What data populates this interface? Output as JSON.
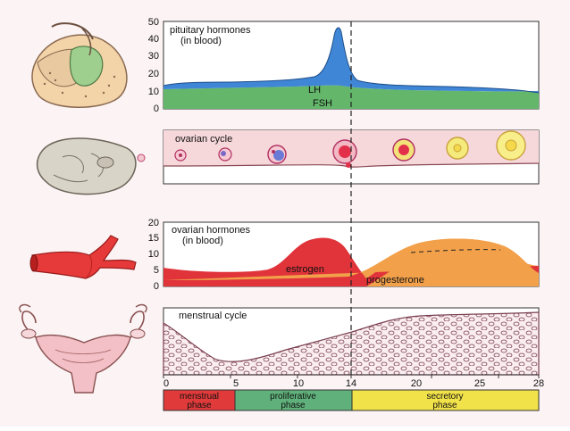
{
  "pituitary": {
    "title_line1": "pituitary hormones",
    "title_line2": "(in blood)",
    "yticks": [
      "50",
      "40",
      "30",
      "20",
      "10",
      "0"
    ],
    "lh_label": "LH",
    "fsh_label": "FSH"
  },
  "ovarian_cycle": {
    "title": "ovarian cycle"
  },
  "ovarian_hormones": {
    "title_line1": "ovarian hormones",
    "title_line2": "(in blood)",
    "yticks": [
      "20",
      "15",
      "10",
      "5",
      "0"
    ],
    "estrogen_label": "estrogen",
    "progesterone_label": "progesterone"
  },
  "menstrual": {
    "title": "menstrual cycle"
  },
  "days_axis": {
    "ticks": [
      "0",
      "5",
      "10",
      "14",
      "20",
      "25",
      "28"
    ]
  },
  "phases": {
    "menstrual_line1": "menstrual",
    "menstrual_line2": "phase",
    "proliferative_line1": "proliferative",
    "proliferative_line2": "phase",
    "secretory_line1": "secretory",
    "secretory_line2": "phase"
  },
  "colors": {
    "lh": "#3f86d6",
    "fsh": "#63b66a",
    "estrogen": "#e0333a",
    "progesterone": "#f2a04a",
    "panel_pink": "#f6d7da",
    "menstrual_phase": "#e03a3a",
    "proliferative_phase": "#5fb07a",
    "secretory_phase": "#f2e24a"
  }
}
